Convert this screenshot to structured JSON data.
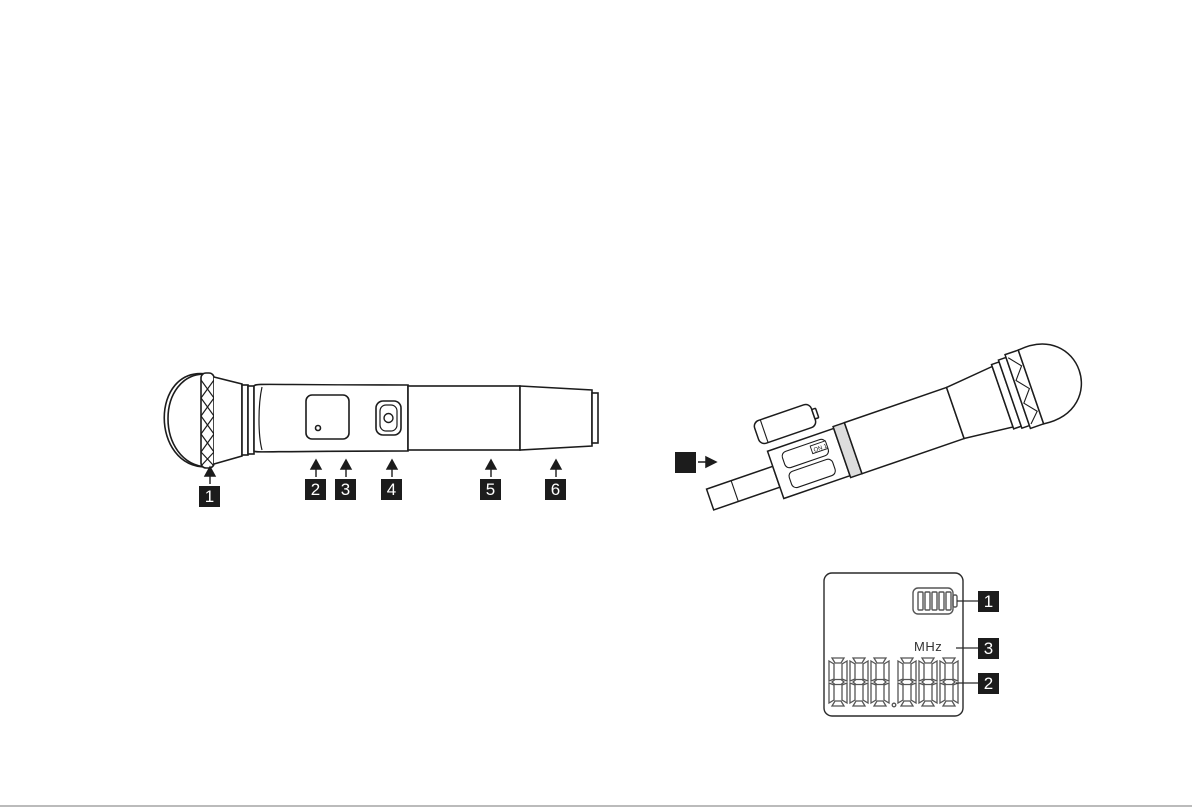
{
  "callouts": {
    "mic_front": [
      "1",
      "2",
      "3",
      "4",
      "5",
      "6"
    ],
    "battery_step": "",
    "display": [
      "1",
      "3",
      "2"
    ]
  },
  "display": {
    "unit_label": "MHz",
    "frequency_digits": "888.888"
  },
  "colors": {
    "line": "#1c1c1c",
    "label_fill": "#1c1c1c",
    "label_text": "#ffffff",
    "panel_stroke": "#2a2a2a"
  }
}
